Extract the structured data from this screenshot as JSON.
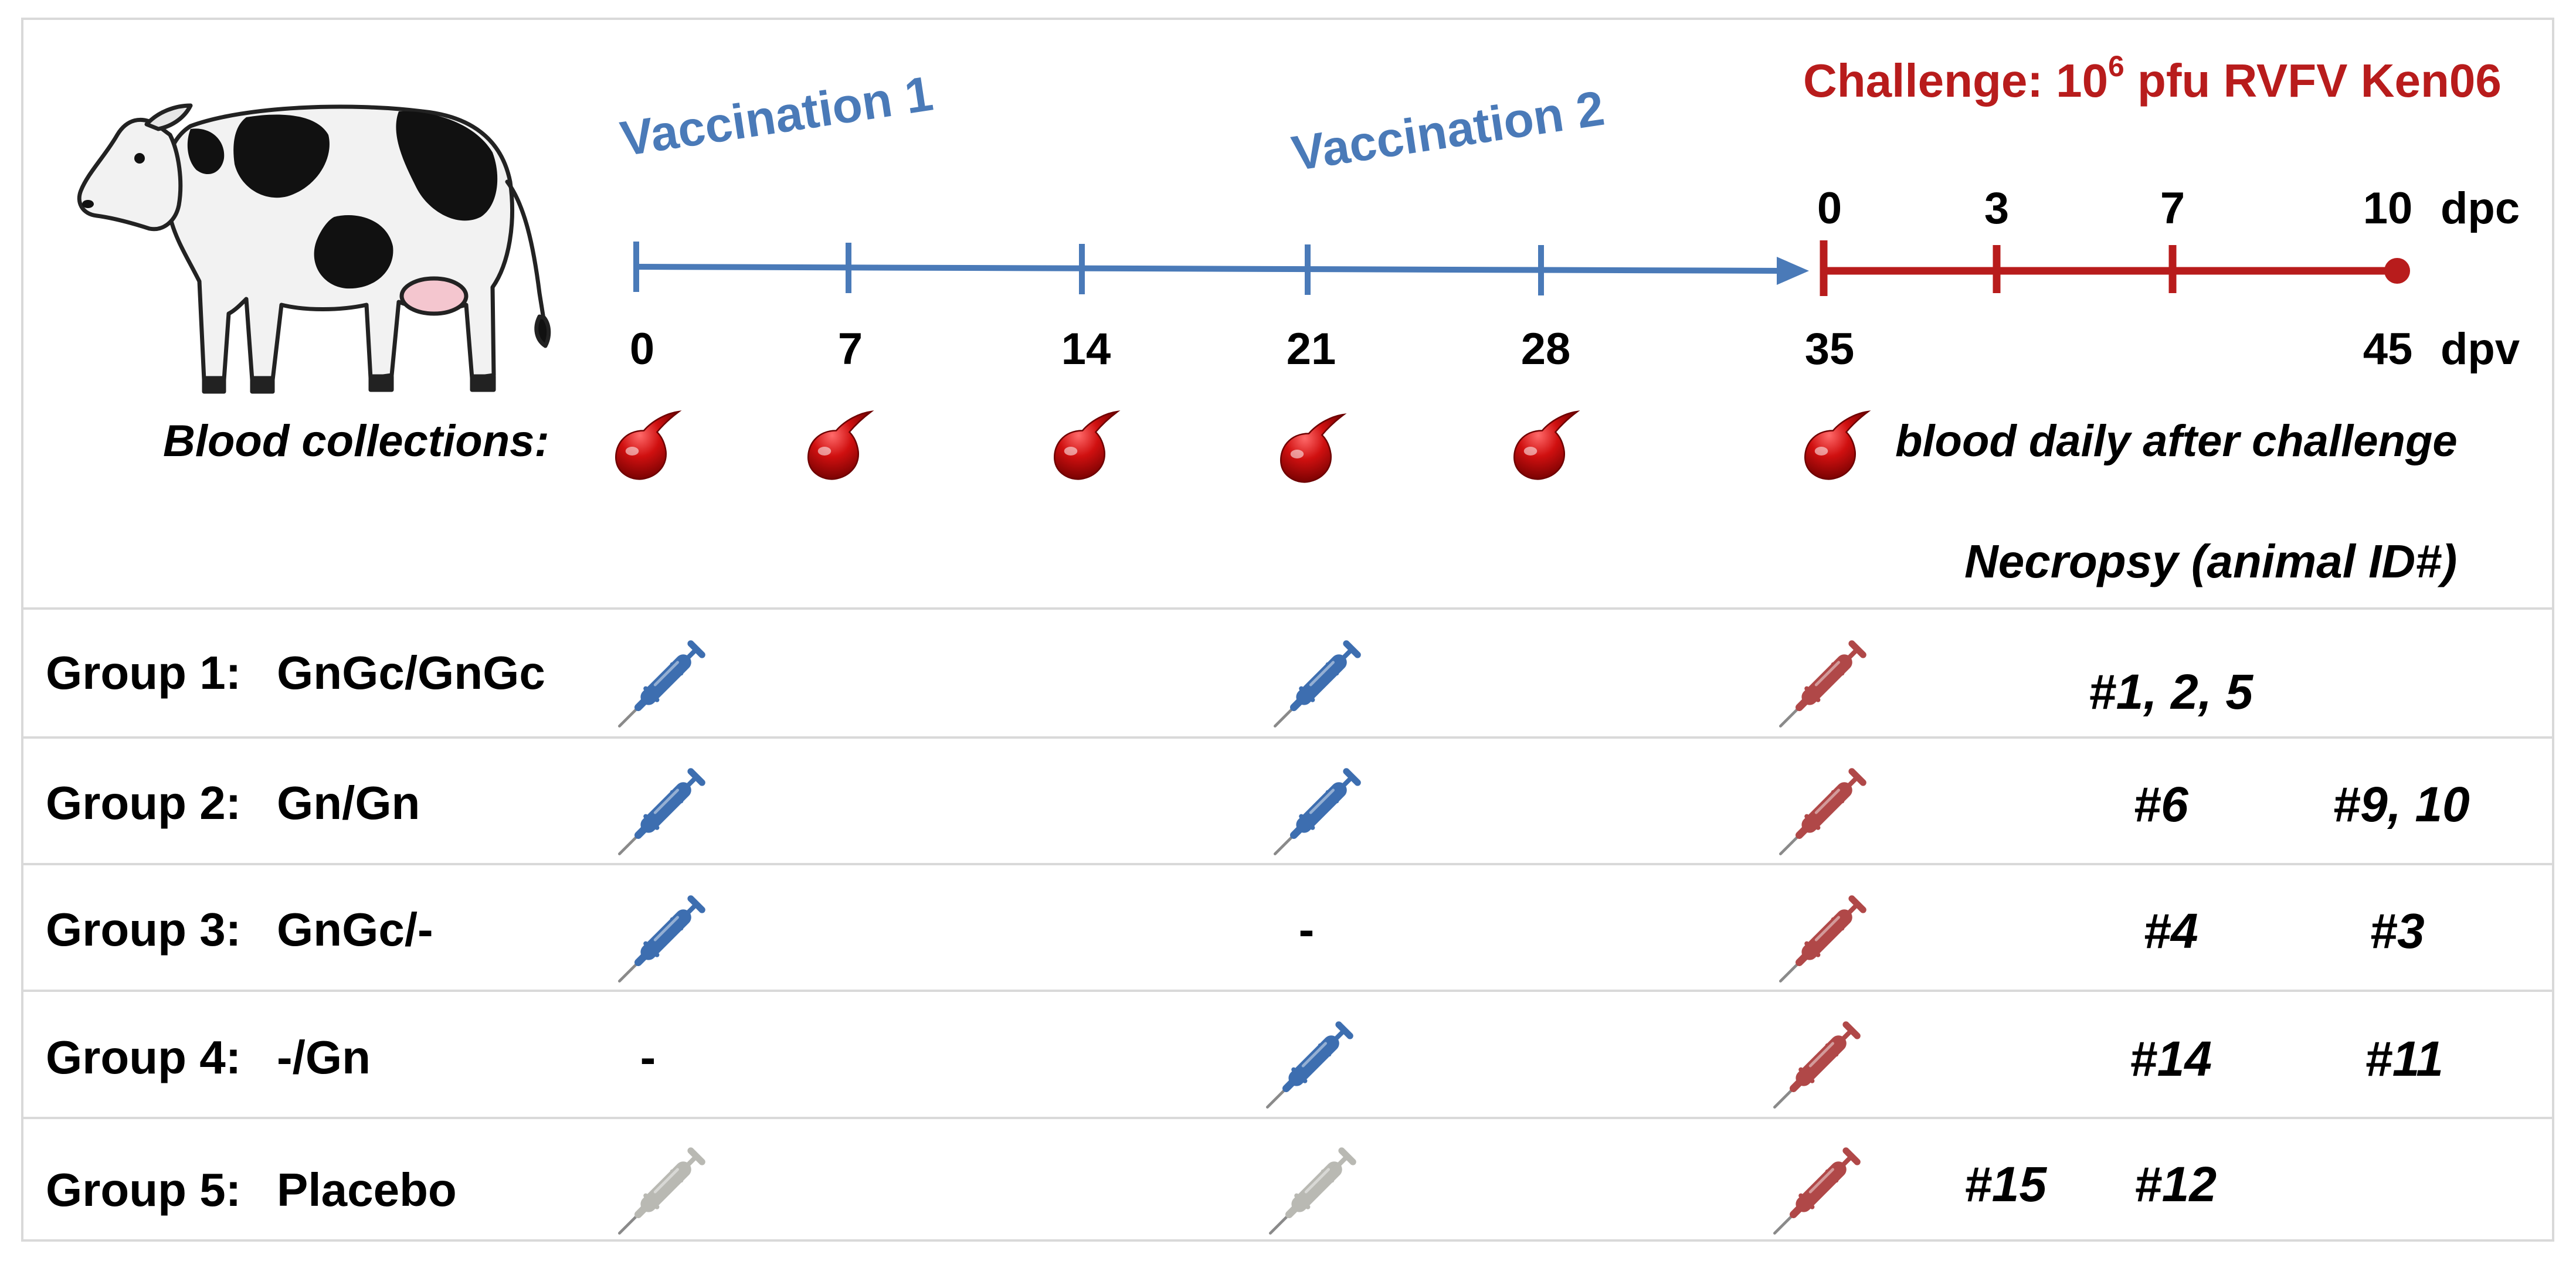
{
  "timeline": {
    "vaccination_1": "Vaccination 1",
    "vaccination_2": "Vaccination 2",
    "challenge_prefix": "Challenge:  10",
    "challenge_exponent": "6",
    "challenge_suffix": " pfu RVFV Ken06",
    "dpv_ticks": [
      "0",
      "7",
      "14",
      "21",
      "28",
      "35",
      "45"
    ],
    "dpv_unit": "dpv",
    "dpc_ticks": [
      "0",
      "3",
      "7",
      "10"
    ],
    "dpc_unit": "dpc",
    "blood_collections_label": "Blood collections:",
    "blood_daily_label": "blood daily after challenge",
    "necropsy_label": "Necropsy (animal ID#)"
  },
  "groups": [
    {
      "label": "Group 1:",
      "name": "GnGc/GnGc",
      "vaccination_1": "vaccine",
      "vaccination_2": "vaccine",
      "challenge": "challenge",
      "necropsy": [
        "#1, 2, 5"
      ]
    },
    {
      "label": "Group 2:",
      "name": "Gn/Gn",
      "vaccination_1": "vaccine",
      "vaccination_2": "vaccine",
      "challenge": "challenge",
      "necropsy": [
        "#6",
        "#9, 10"
      ]
    },
    {
      "label": "Group 3:",
      "name": "GnGc/-",
      "vaccination_1": "vaccine",
      "vaccination_2": "-",
      "challenge": "challenge",
      "necropsy": [
        "#4",
        "#3"
      ]
    },
    {
      "label": "Group 4:",
      "name": "-/Gn",
      "vaccination_1": "-",
      "vaccination_2": "vaccine",
      "challenge": "challenge",
      "necropsy": [
        "#14",
        "#11"
      ]
    },
    {
      "label": "Group 5:",
      "name": "Placebo",
      "vaccination_1": "placebo",
      "vaccination_2": "placebo",
      "challenge": "challenge",
      "necropsy": [
        "#15",
        "#12"
      ]
    }
  ],
  "icons": {
    "animal": "cow-icon",
    "blood": "blood-drop-icon",
    "vaccine": "syringe-icon"
  },
  "colors": {
    "vaccination": "#4a7ab8",
    "challenge": "#b81c1c",
    "vaccine_syringe": "#3d6eb0",
    "challenge_syringe": "#b04848",
    "placebo_syringe": "#b9b9b3",
    "blood_drop": "#d01010",
    "divider": "#d9d9d9"
  }
}
